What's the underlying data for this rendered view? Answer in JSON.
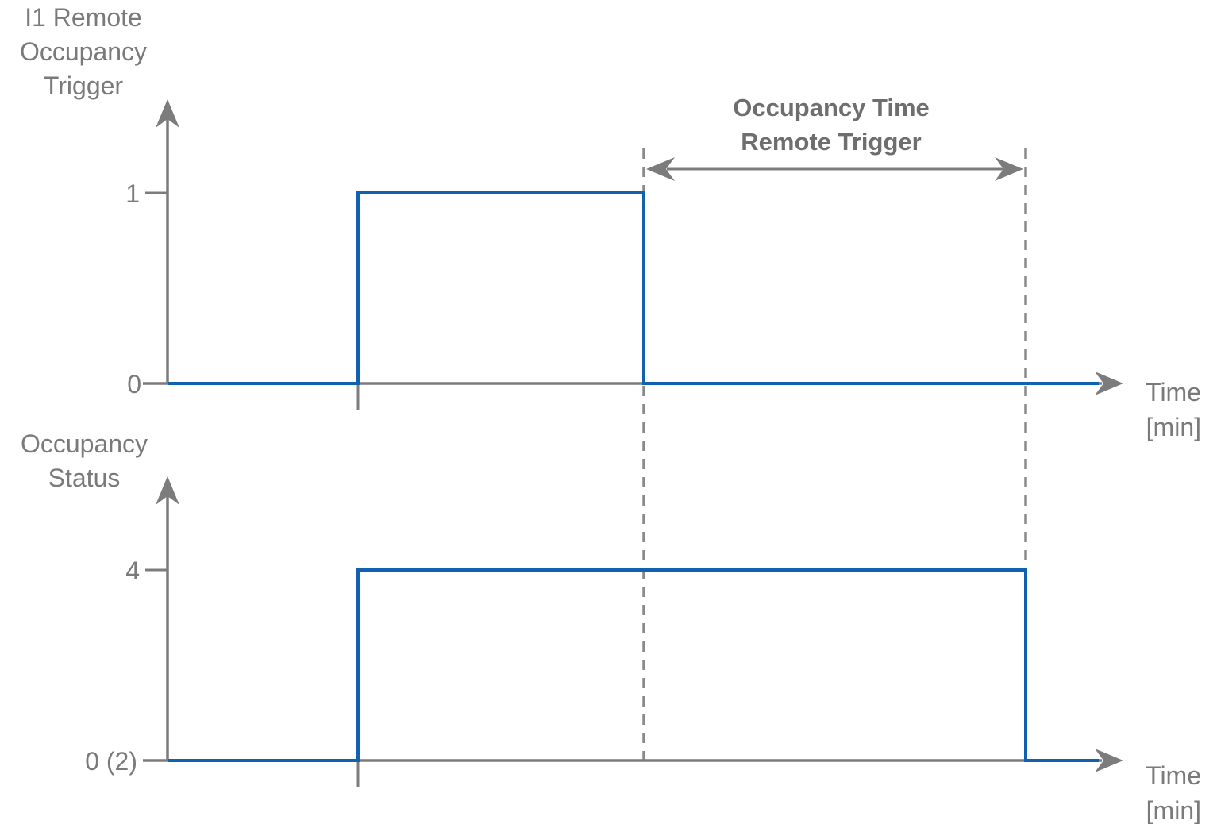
{
  "colors": {
    "signal_blue": "#1061af",
    "line_gray": "#7c7c7c",
    "text_gray": "#7a7a7a",
    "annotation_gray": "#6e6e6e",
    "background": "#ffffff"
  },
  "top_chart": {
    "axis_title_lines": [
      "I1 Remote",
      "Occupancy",
      "Trigger"
    ],
    "ytick_high": "1",
    "ytick_low": "0",
    "xlabel_line1": "Time",
    "xlabel_line2": "[min]"
  },
  "bottom_chart": {
    "axis_title_lines": [
      "Occupancy",
      "Status"
    ],
    "ytick_high": "4",
    "ytick_low": "0 (2)",
    "xlabel_line1": "Time",
    "xlabel_line2": "[min]"
  },
  "annotation": {
    "line1": "Occupancy Time",
    "line2": "Remote Trigger"
  },
  "chart_data": [
    {
      "type": "line",
      "subtype": "step-timing",
      "title": "I1 Remote Occupancy Trigger",
      "ylabel": "I1 Remote Occupancy Trigger",
      "xlabel": "Time [min]",
      "yticks": [
        "0",
        "1"
      ],
      "x_unit": "relative fraction of visible time axis (no numeric x ticks shown)",
      "series": [
        {
          "name": "I1 Remote Occupancy Trigger",
          "steps": [
            {
              "x": 0.0,
              "y": 0
            },
            {
              "x": 0.2,
              "y": 1
            },
            {
              "x": 0.5,
              "y": 0
            },
            {
              "x": 1.0,
              "y": 0
            }
          ]
        }
      ],
      "guidelines_x": [
        0.5,
        0.9
      ],
      "legend": "none",
      "grid": false
    },
    {
      "type": "line",
      "subtype": "step-timing",
      "title": "Occupancy Status",
      "ylabel": "Occupancy Status",
      "xlabel": "Time [min]",
      "yticks": [
        "0 (2)",
        "4"
      ],
      "x_unit": "relative fraction of visible time axis (no numeric x ticks shown)",
      "series": [
        {
          "name": "Occupancy Status",
          "steps": [
            {
              "x": 0.0,
              "y": "0 (2)"
            },
            {
              "x": 0.2,
              "y": 4
            },
            {
              "x": 0.9,
              "y": "0 (2)"
            },
            {
              "x": 1.0,
              "y": "0 (2)"
            }
          ]
        }
      ],
      "annotations": [
        {
          "text": "Occupancy Time Remote Trigger",
          "from_x": 0.5,
          "to_x": 0.9
        }
      ],
      "legend": "none",
      "grid": false
    }
  ]
}
